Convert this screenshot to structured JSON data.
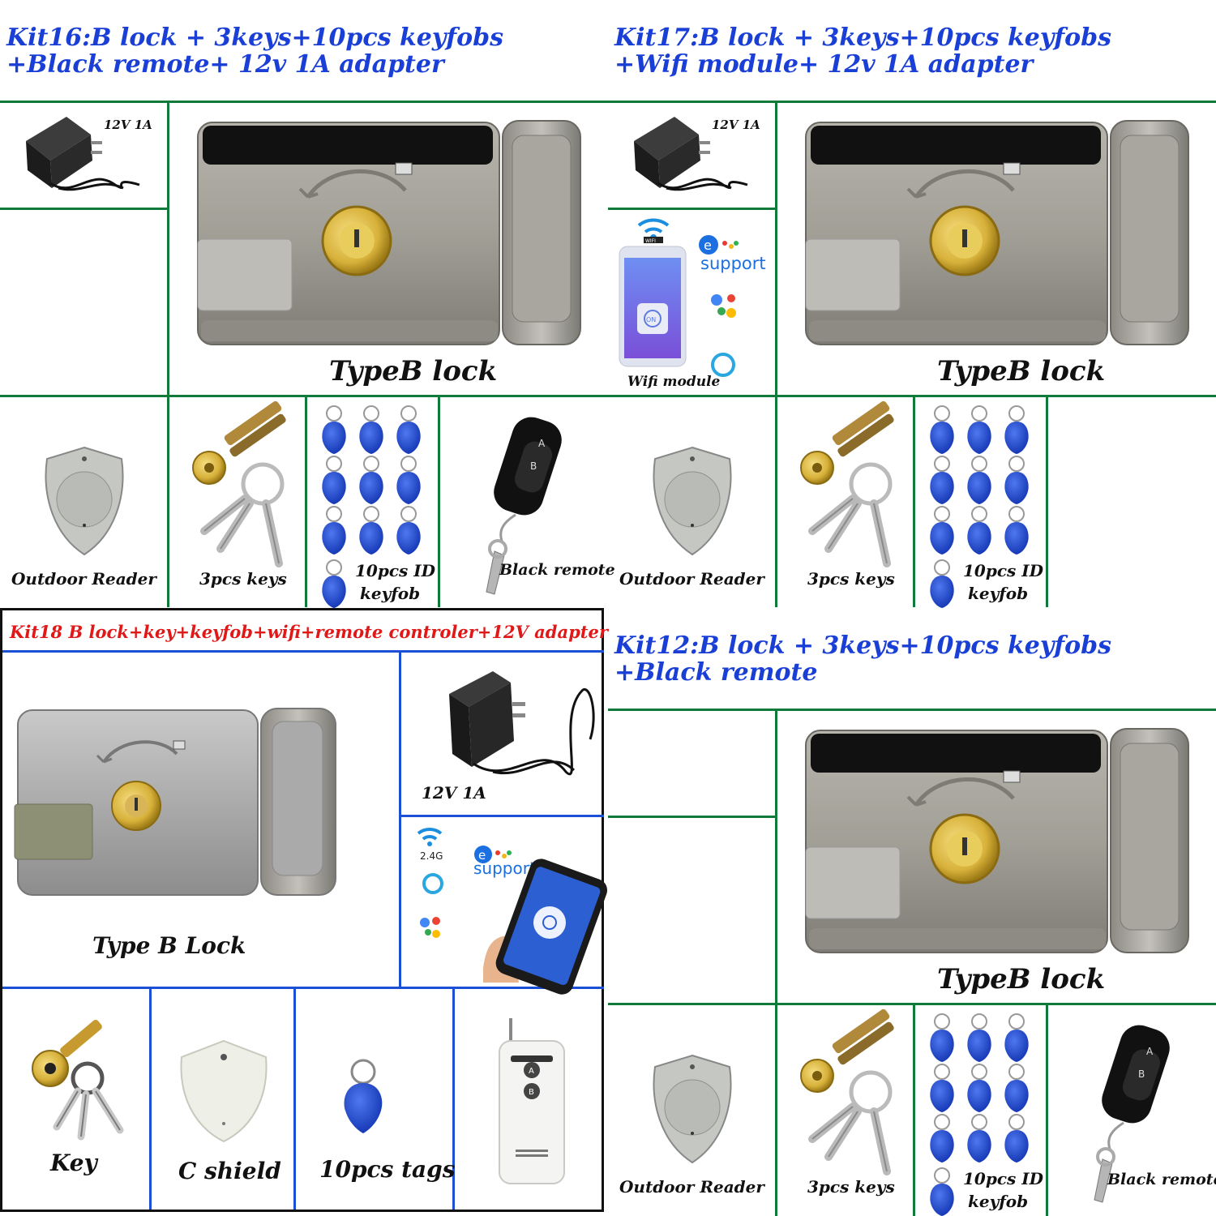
{
  "kits": {
    "kit16": {
      "line1": "Kit16:B lock + 3keys+10pcs keyfobs",
      "line2": "+Black remote+ 12v 1A adapter"
    },
    "kit17": {
      "line1": "Kit17:B lock + 3keys+10pcs keyfobs",
      "line2": "+Wifi module+ 12v 1A adapter"
    },
    "kit18": {
      "title": "Kit18 B lock+key+keyfob+wifi+remote controler+12V adapter"
    },
    "kit12": {
      "line1": "Kit12:B lock + 3keys+10pcs keyfobs",
      "line2": "+Black remote"
    }
  },
  "labels": {
    "adapter": "12V 1A",
    "typeb_lock": "TypeB lock",
    "type_b_lock": "Type B Lock",
    "wifi_module": "Wifi module",
    "outdoor_reader": "Outdoor Reader",
    "keys3": "3pcs keys",
    "id_keyfob_l1": "10pcs ID",
    "id_keyfob_l2": "keyfob",
    "black_remote": "Black remote",
    "key": "Key",
    "c_shield": "C shield",
    "tags": "10pcs tags",
    "wifi_24g": "2.4G",
    "esupport_e": "e",
    "esupport_text": "support",
    "phone_on": "ON",
    "remote_a": "A",
    "remote_b": "B",
    "wifi_chip": "WIFI"
  },
  "colors": {
    "title_blue": "#1a3fd6",
    "title_red": "#e01818",
    "divider_green": "#0f7a3a",
    "fob_blue": "#1b44c9",
    "lock_steel": "#9a9890",
    "brass": "#d7b13a"
  }
}
